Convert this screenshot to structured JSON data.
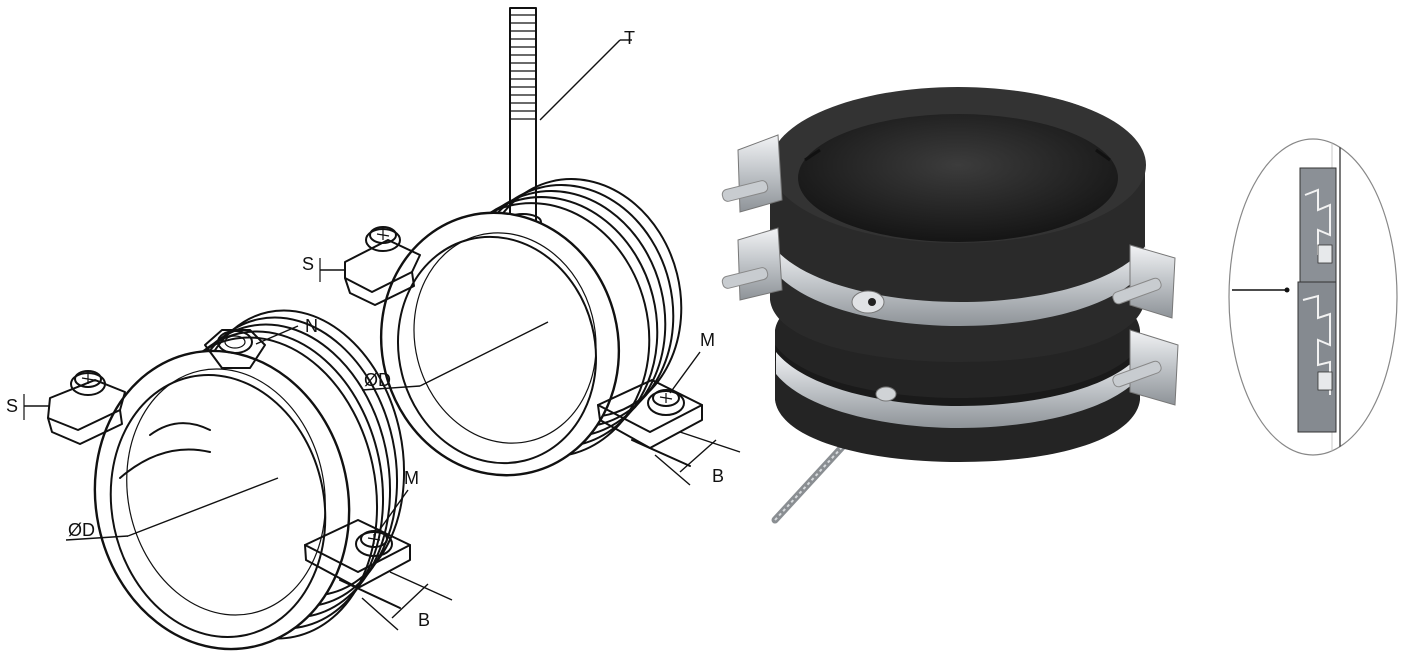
{
  "labels": {
    "threaded_rod": "T",
    "nut": "N",
    "screw_top_clamp": "M",
    "screw_bottom_clamp": "M",
    "thickness_top_clamp": "S",
    "thickness_bottom_clamp": "S",
    "diameter_top_clamp": "ØD",
    "diameter_bottom_clamp": "ØD",
    "width_top_clamp": "B",
    "width_bottom_clamp": "B"
  },
  "colors": {
    "ink": "#111111",
    "rubber": "#2e2e2e",
    "rubber_dark": "#1c1c1c",
    "metal": "#c9ccd0",
    "metal_light": "#eceef0",
    "background": "#ffffff"
  }
}
